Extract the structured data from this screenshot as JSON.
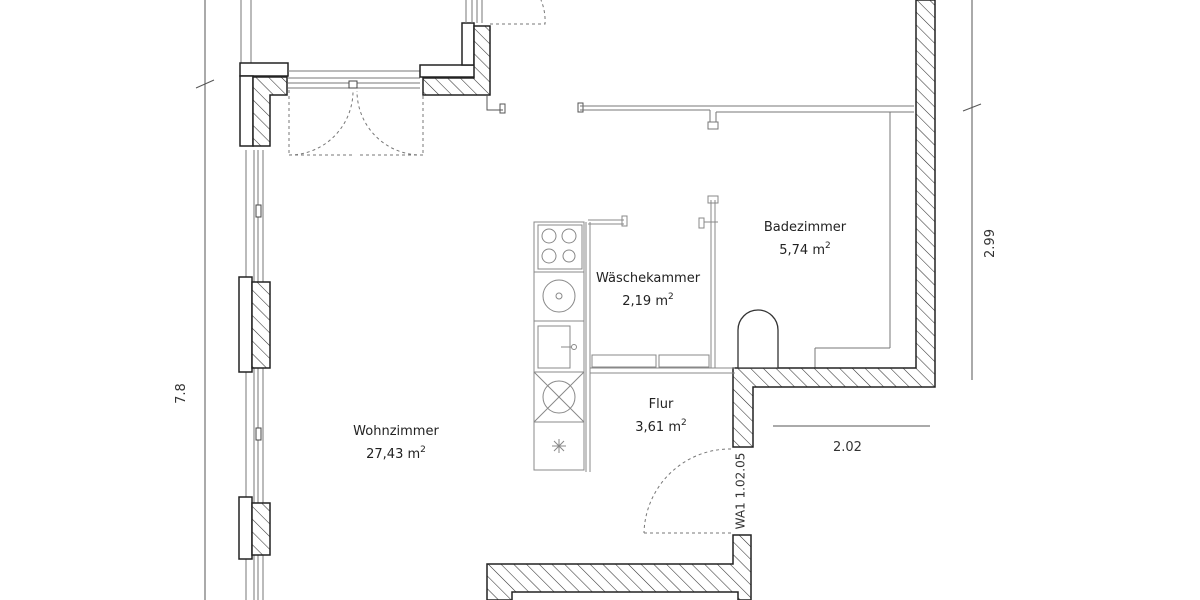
{
  "rooms": [
    {
      "id": "wohnzimmer",
      "name": "Wohnzimmer",
      "area": "27,43 m",
      "unit_sup": "2"
    },
    {
      "id": "waeschekammer",
      "name": "Wäschekammer",
      "area": "2,19 m",
      "unit_sup": "2"
    },
    {
      "id": "badezimmer",
      "name": "Badezimmer",
      "area": "5,74 m",
      "unit_sup": "2"
    },
    {
      "id": "flur",
      "name": "Flur",
      "area": "3,61 m",
      "unit_sup": "2"
    }
  ],
  "dimensions": {
    "left_height": "7.8",
    "right_height": "2.99",
    "corridor_width": "2.02"
  },
  "unit_code": "WA1 1.02.05",
  "colors": {
    "wall_stroke": "#222222",
    "hatch": "#333333",
    "line": "#888888",
    "background": "#ffffff"
  }
}
